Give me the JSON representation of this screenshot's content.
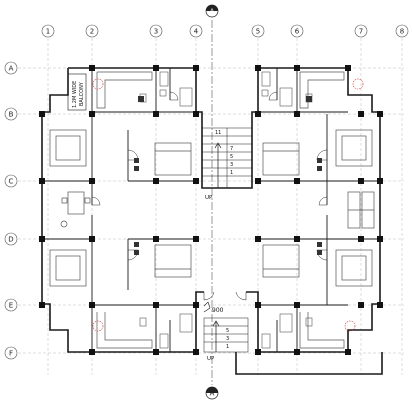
{
  "grid": {
    "columns": [
      "1",
      "2",
      "3",
      "4",
      "5",
      "6",
      "7",
      "8"
    ],
    "rows": [
      "A",
      "B",
      "C",
      "D",
      "E",
      "F"
    ]
  },
  "section_marks": {
    "top": "A",
    "bottom": "A"
  },
  "balcony_label": [
    "1.2M WIDE",
    "BALCONY"
  ],
  "stair_top": {
    "riser_labels": [
      "11",
      "7",
      "5",
      "3",
      "1"
    ],
    "direction": "UP"
  },
  "stair_bottom": {
    "riser_labels": [
      "5",
      "3",
      "1"
    ],
    "direction": "UP"
  },
  "door_width_label": "900",
  "colors": {
    "line": "#1a1a1a",
    "column": "#111111",
    "furniture": "#555555",
    "accent": "#d32f2f",
    "grid": "#8a8a8a"
  }
}
